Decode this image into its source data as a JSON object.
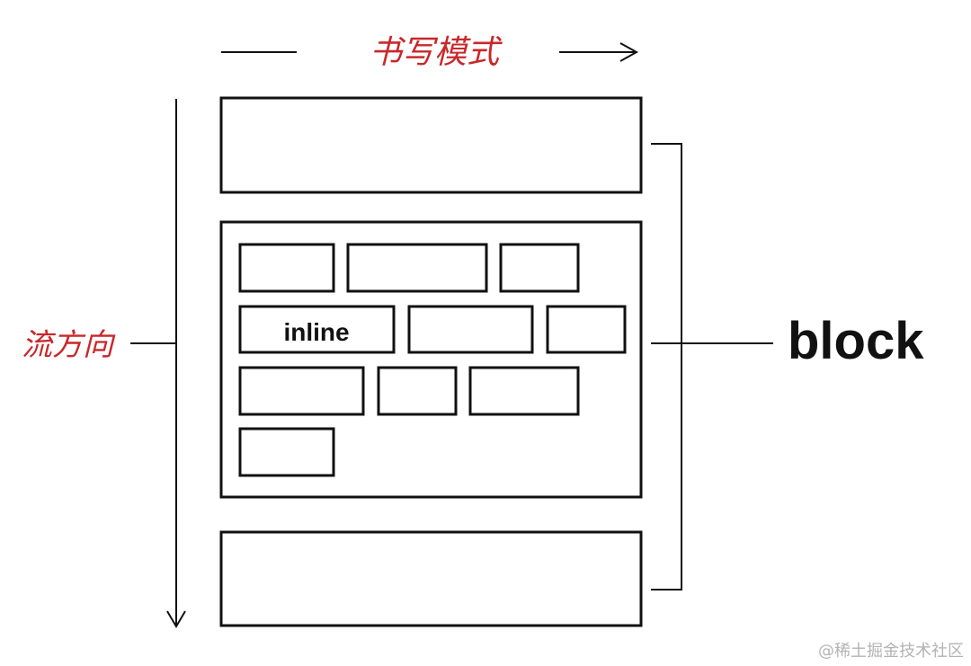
{
  "labels": {
    "writing_mode": "书写模式",
    "flow_direction": "流方向",
    "inline": "inline",
    "block": "block"
  },
  "watermark": "@稀土掘金技术社区",
  "colors": {
    "annotation_red": "#c8282a",
    "stroke": "#111111",
    "watermark": "#b3b3b3",
    "background": "#ffffff"
  }
}
